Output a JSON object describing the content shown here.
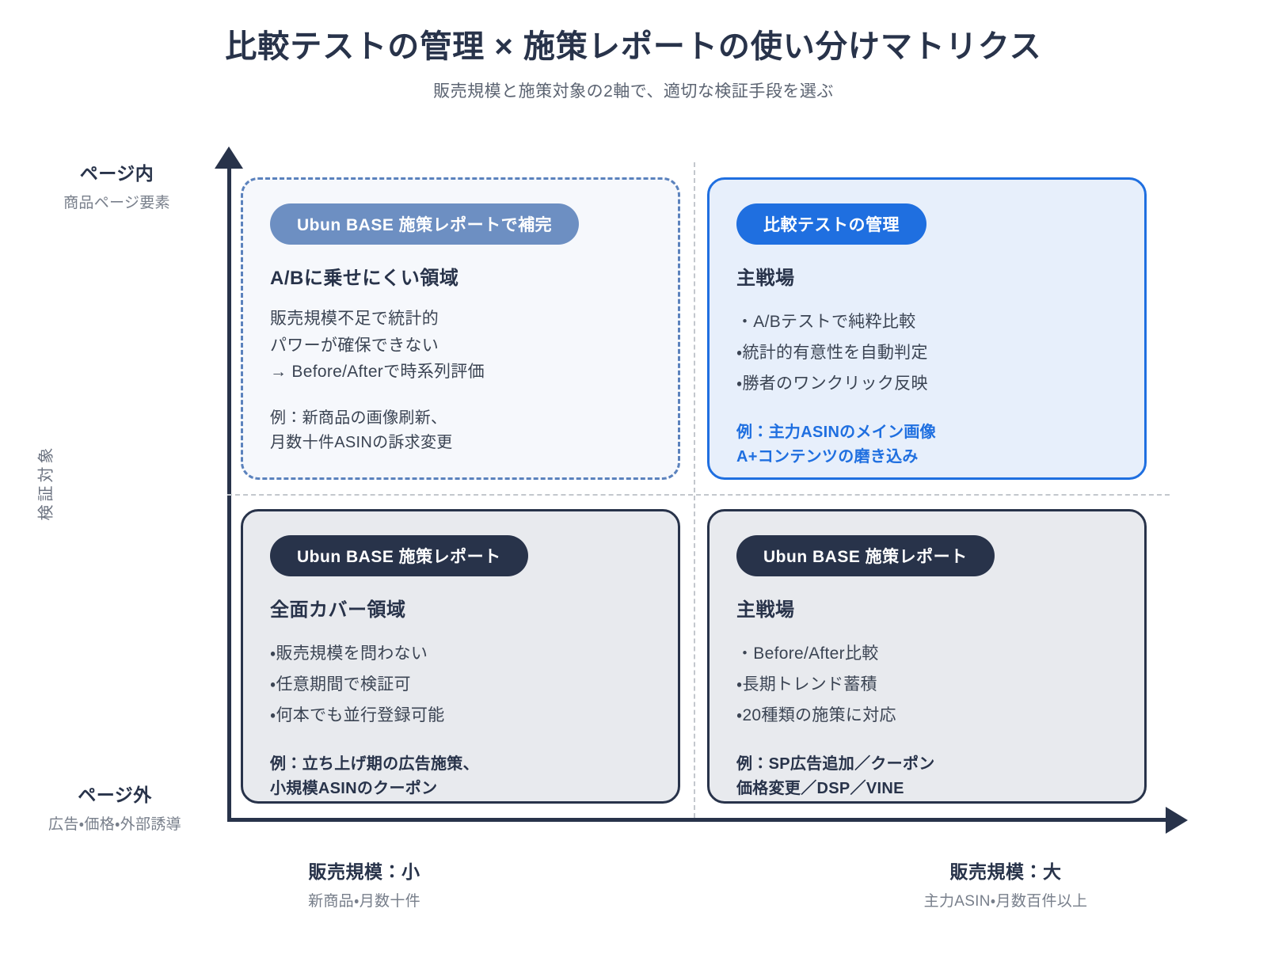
{
  "header": {
    "title": "比較テストの管理 × 施策レポートの使い分けマトリクス",
    "subtitle": "販売規模と施策対象の2軸で、適切な検証手段を選ぶ"
  },
  "axes": {
    "y_axis_name": "検証対象",
    "y_top": {
      "main": "ページ内",
      "sub": "商品ページ要素"
    },
    "y_bottom": {
      "main": "ページ外",
      "sub": "広告・価格・外部誘導"
    },
    "x_left": {
      "main": "販売規模：小",
      "sub": "新商品・月数十件"
    },
    "x_right": {
      "main": "販売規模：大",
      "sub": "主力ASIN・月数百件以上"
    }
  },
  "quadrants": {
    "top_left": {
      "badge": "Ubun BASE 施策レポートで補完",
      "heading": "A/Bに乗せにくい領域",
      "body": [
        "販売規模不足で統計的",
        "パワーが確保できない",
        "→ Before/Afterで時系列評価"
      ],
      "example": [
        "例：新商品の画像刷新、",
        "月数十件ASINの訴求変更"
      ]
    },
    "top_right": {
      "badge": "比較テストの管理",
      "heading": "主戦場",
      "bullets": [
        "・A/Bテストで純粋比較",
        "・統計的有意性を自動判定",
        "・勝者のワンクリック反映"
      ],
      "example": [
        "例：主力ASINのメイン画像",
        "A+コンテンツの磨き込み"
      ]
    },
    "bottom_left": {
      "badge": "Ubun BASE 施策レポート",
      "heading": "全面カバー領域",
      "bullets": [
        "・販売規模を問わない",
        "・任意期間で検証可",
        "・何本でも並行登録可能"
      ],
      "example": [
        "例：立ち上げ期の広告施策、",
        "小規模ASINのクーポン"
      ]
    },
    "bottom_right": {
      "badge": "Ubun BASE 施策レポート",
      "heading": "主戦場",
      "bullets": [
        "・Before/After比較",
        "・長期トレンド蓄積",
        "・20種類の施策に対応"
      ],
      "example": [
        "例：SP広告追加／クーポン",
        "価格変更／DSP／VINE"
      ]
    }
  },
  "colors": {
    "navy": "#28334a",
    "accent_blue": "#1f6fe0",
    "muted_blue": "#6d8fc2",
    "dashed_blue": "#5b82bd",
    "card_blue_bg": "#e7effb",
    "card_gray_bg": "#e8eaee",
    "card_light_bg": "#f6f8fc"
  }
}
